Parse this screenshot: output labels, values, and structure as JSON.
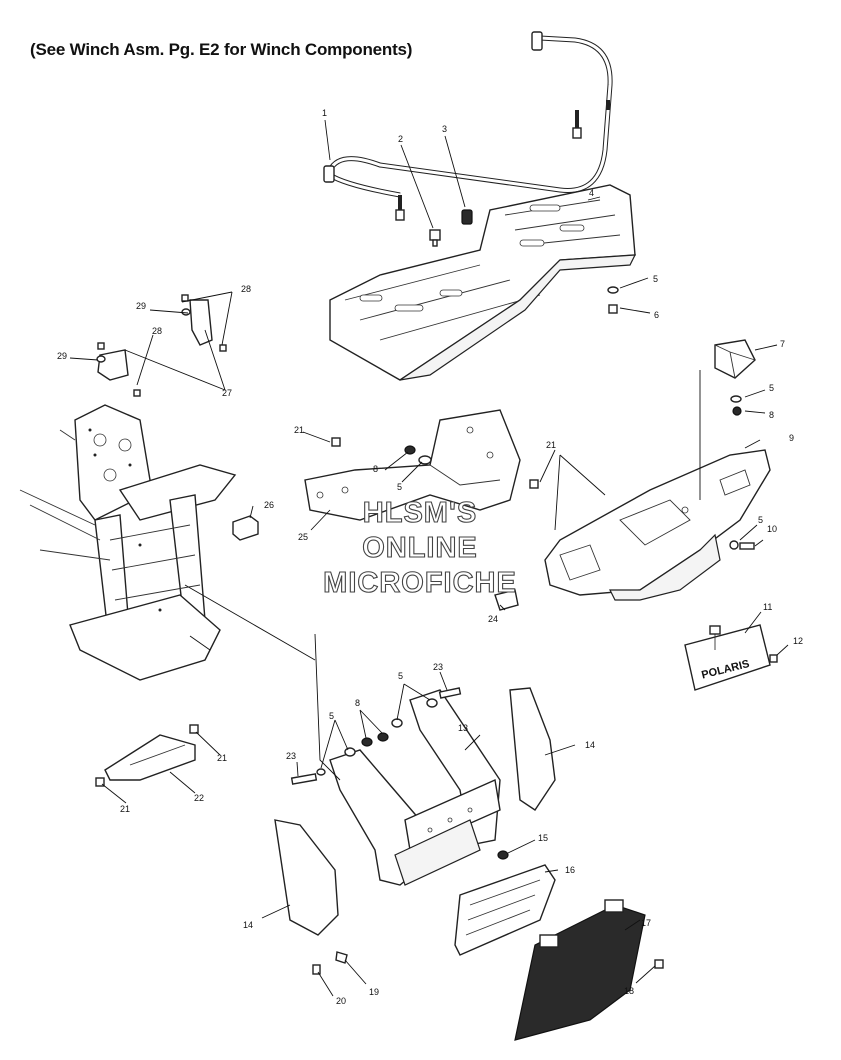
{
  "header": {
    "note": "(See Winch Asm. Pg. E2 for Winch Components)"
  },
  "watermark": {
    "line1": "HLSM'S",
    "line2": "ONLINE",
    "line3": "MICROFICHE"
  },
  "callouts": {
    "c1": "1",
    "c2": "2",
    "c3": "3",
    "c4": "4",
    "c5a": "5",
    "c5b": "5",
    "c5c": "5",
    "c5d": "5",
    "c5e": "5",
    "c5f": "5",
    "c6": "6",
    "c7": "7",
    "c8a": "8",
    "c8b": "8",
    "c8c": "8",
    "c9": "9",
    "c10": "10",
    "c11": "11",
    "c12": "12",
    "c13": "13",
    "c14a": "14",
    "c14b": "14",
    "c15": "15",
    "c16": "16",
    "c17": "17",
    "c18": "18",
    "c19": "19",
    "c20": "20",
    "c21a": "21",
    "c21b": "21",
    "c21c": "21",
    "c21d": "21",
    "c22": "22",
    "c23a": "23",
    "c23b": "23",
    "c24": "24",
    "c25": "25",
    "c26": "26",
    "c27": "27",
    "c28a": "28",
    "c28b": "28",
    "c29a": "29",
    "c29b": "29"
  },
  "decal": {
    "brand": "POLARIS"
  }
}
